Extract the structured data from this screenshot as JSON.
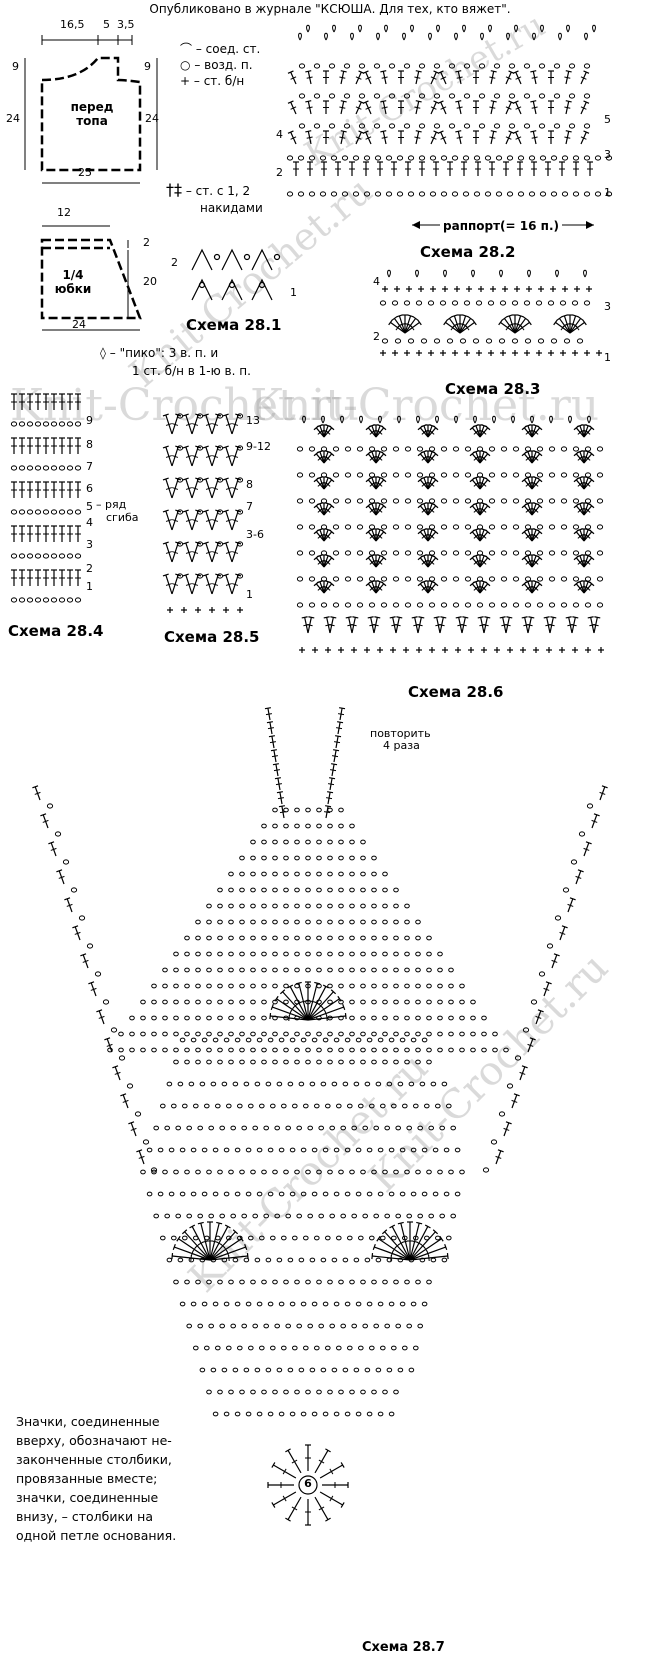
{
  "publication": "Опубликовано в журнале \"КСЮША. Для тех, кто вяжет\".",
  "watermark": "Knit-Crochet.ru",
  "front_pattern": {
    "label_line1": "перед",
    "label_line2": "топа",
    "dim_top1": "16,5",
    "dim_top2": "5",
    "dim_top3": "3,5",
    "dim_left_top": "9",
    "dim_right_top": "9",
    "dim_left": "24",
    "dim_right": "24",
    "dim_bottom": "25"
  },
  "skirt_pattern": {
    "label_line1": "1/4",
    "label_line2": "юбки",
    "dim_top": "12",
    "dim_right_top": "2",
    "dim_right": "20",
    "dim_bottom": "24"
  },
  "legend": {
    "ss": "– соед. ст.",
    "ch": "– возд. п.",
    "sc": "– ст. б/н",
    "dc_line1": "– ст. с 1, 2",
    "dc_line2": "накидами",
    "picot_line1": "– \"пико\": 3 в. п. и",
    "picot_line2": "1 ст. б/н в 1-ю в. п."
  },
  "schemes": {
    "s281": "Схема 28.1",
    "s282": "Схема 28.2",
    "s283": "Схема 28.3",
    "s284": "Схема 28.4",
    "s285": "Схема 28.5",
    "s286": "Схема 28.6",
    "s287": "Схема 28.7"
  },
  "s282_repeat": "раппорт(= 16 п.)",
  "s282_rows": [
    "1",
    "2",
    "3",
    "4",
    "5"
  ],
  "s281_rows": [
    "1",
    "2"
  ],
  "s283_rows": [
    "1",
    "2",
    "3",
    "4"
  ],
  "s284_rows": [
    "1",
    "2",
    "3",
    "4",
    "5",
    "6",
    "7",
    "8",
    "9"
  ],
  "s284_fold": "– ряд",
  "s284_fold2": "сгиба",
  "s285_rows": [
    "1",
    "3-6",
    "7",
    "8",
    "9-12",
    "13"
  ],
  "s287_repeat_line1": "повторить",
  "s287_repeat_line2": "4 раза",
  "s287_center": "6",
  "note_lines": [
    "Значки, соединенные",
    "вверху, обозначают не-",
    "законченные столбики,",
    "провязанные вместе;",
    "значки, соединенные",
    "внизу, – столбики на",
    "одной петле основания."
  ]
}
